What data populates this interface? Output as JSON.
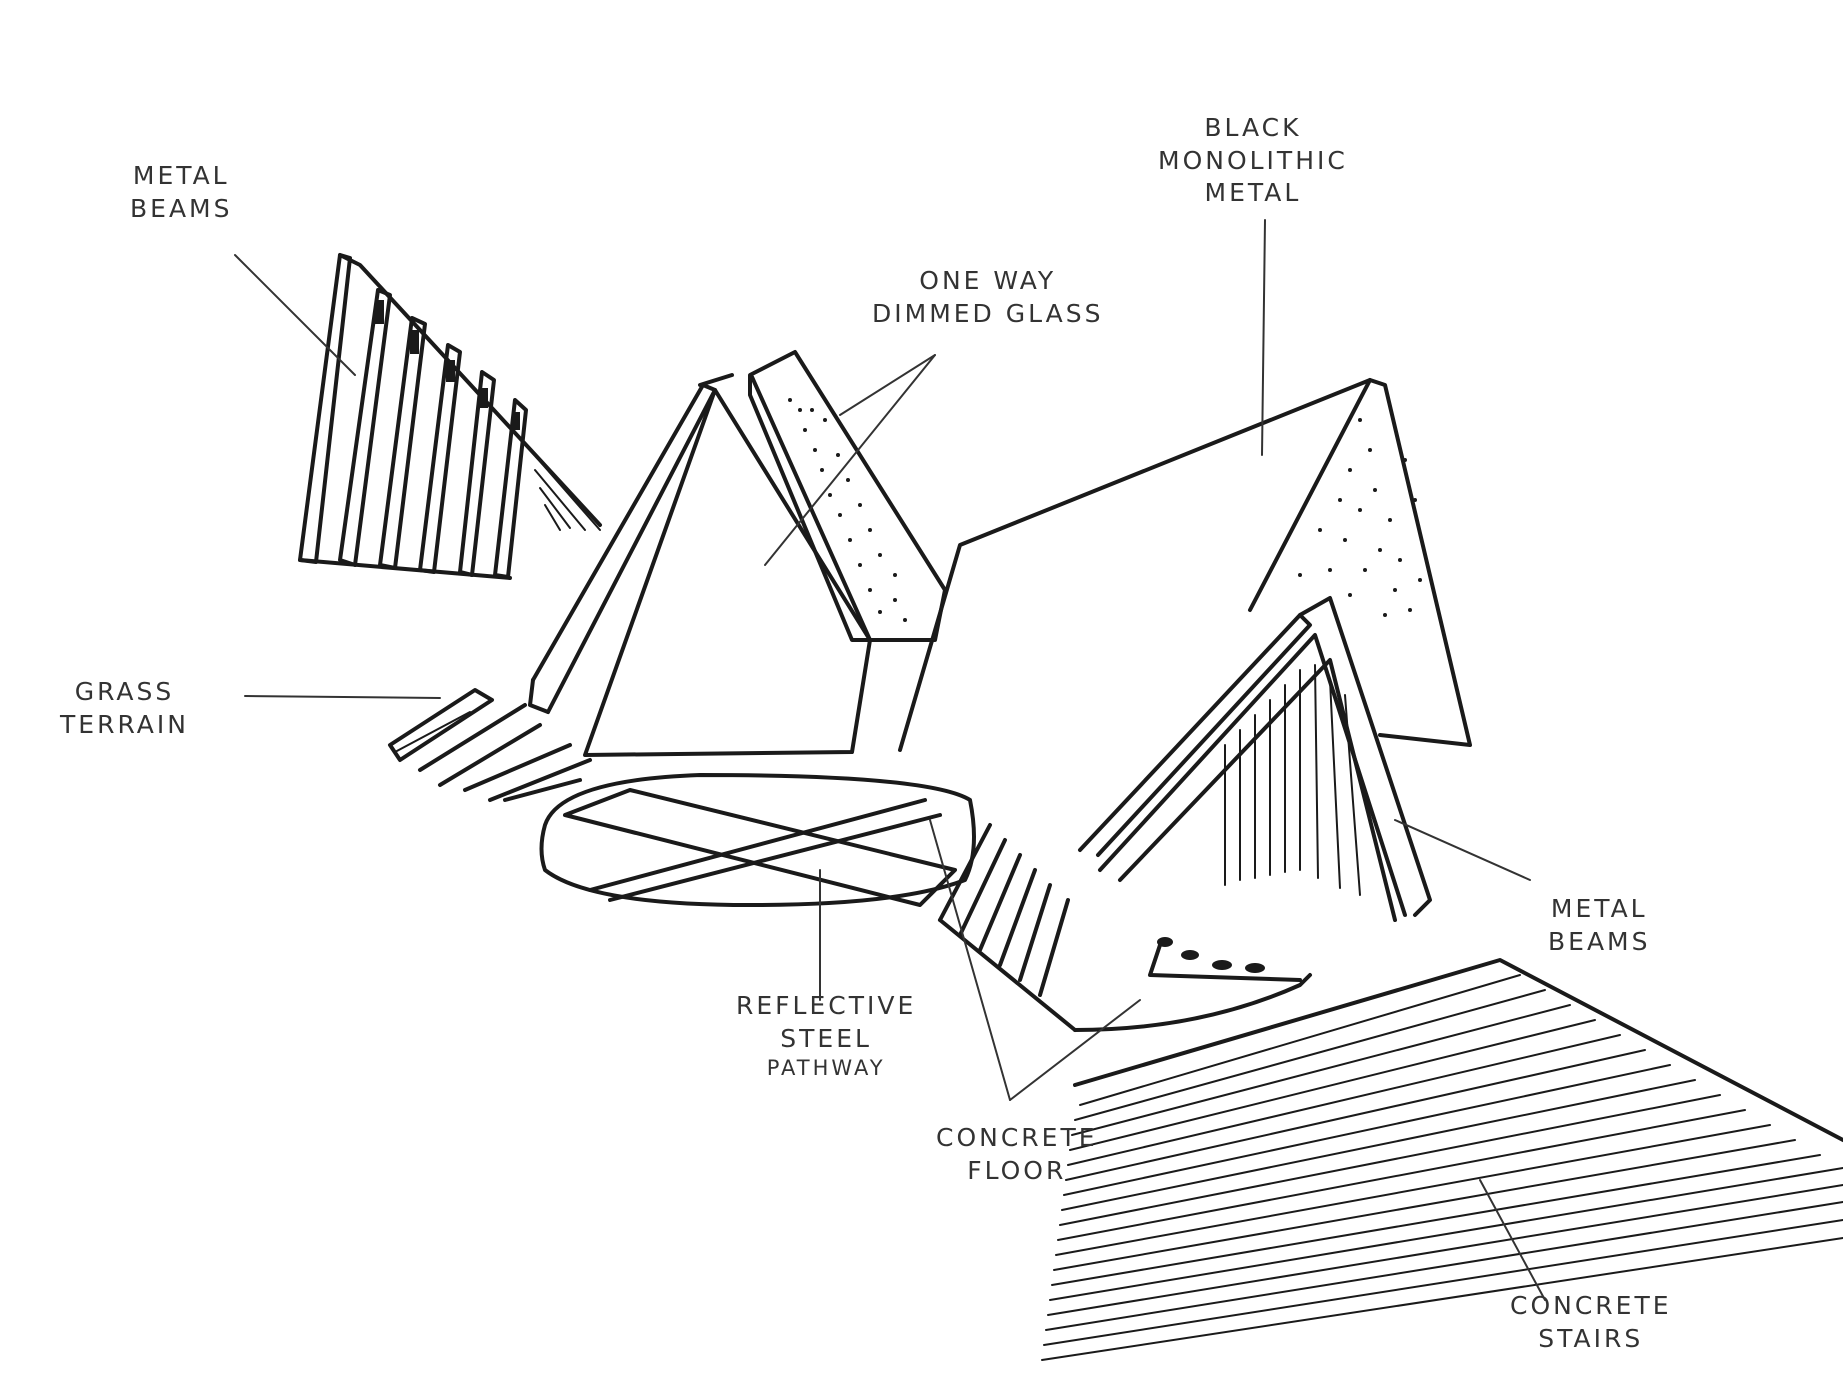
{
  "annotations": {
    "metal_beams_left": [
      "METAL",
      "BEAMS"
    ],
    "one_way_glass": [
      "ONE WAY",
      "DIMMED GLASS"
    ],
    "black_monolithic": [
      "BLACK",
      "MONOLITHIC",
      "METAL"
    ],
    "grass_terrain": [
      "GRASS",
      "TERRAIN"
    ],
    "metal_beams_right": [
      "METAL",
      "BEAMS"
    ],
    "reflective_pathway": [
      "REFLECTIVE",
      "STEEL",
      "PATHWAY"
    ],
    "concrete_floor": [
      "CONCRETE",
      "FLOOR"
    ],
    "concrete_stairs": [
      "CONCRETE",
      "STAIRS"
    ]
  },
  "colors": {
    "ink": "#1a1a1a",
    "paper": "#ffffff"
  }
}
